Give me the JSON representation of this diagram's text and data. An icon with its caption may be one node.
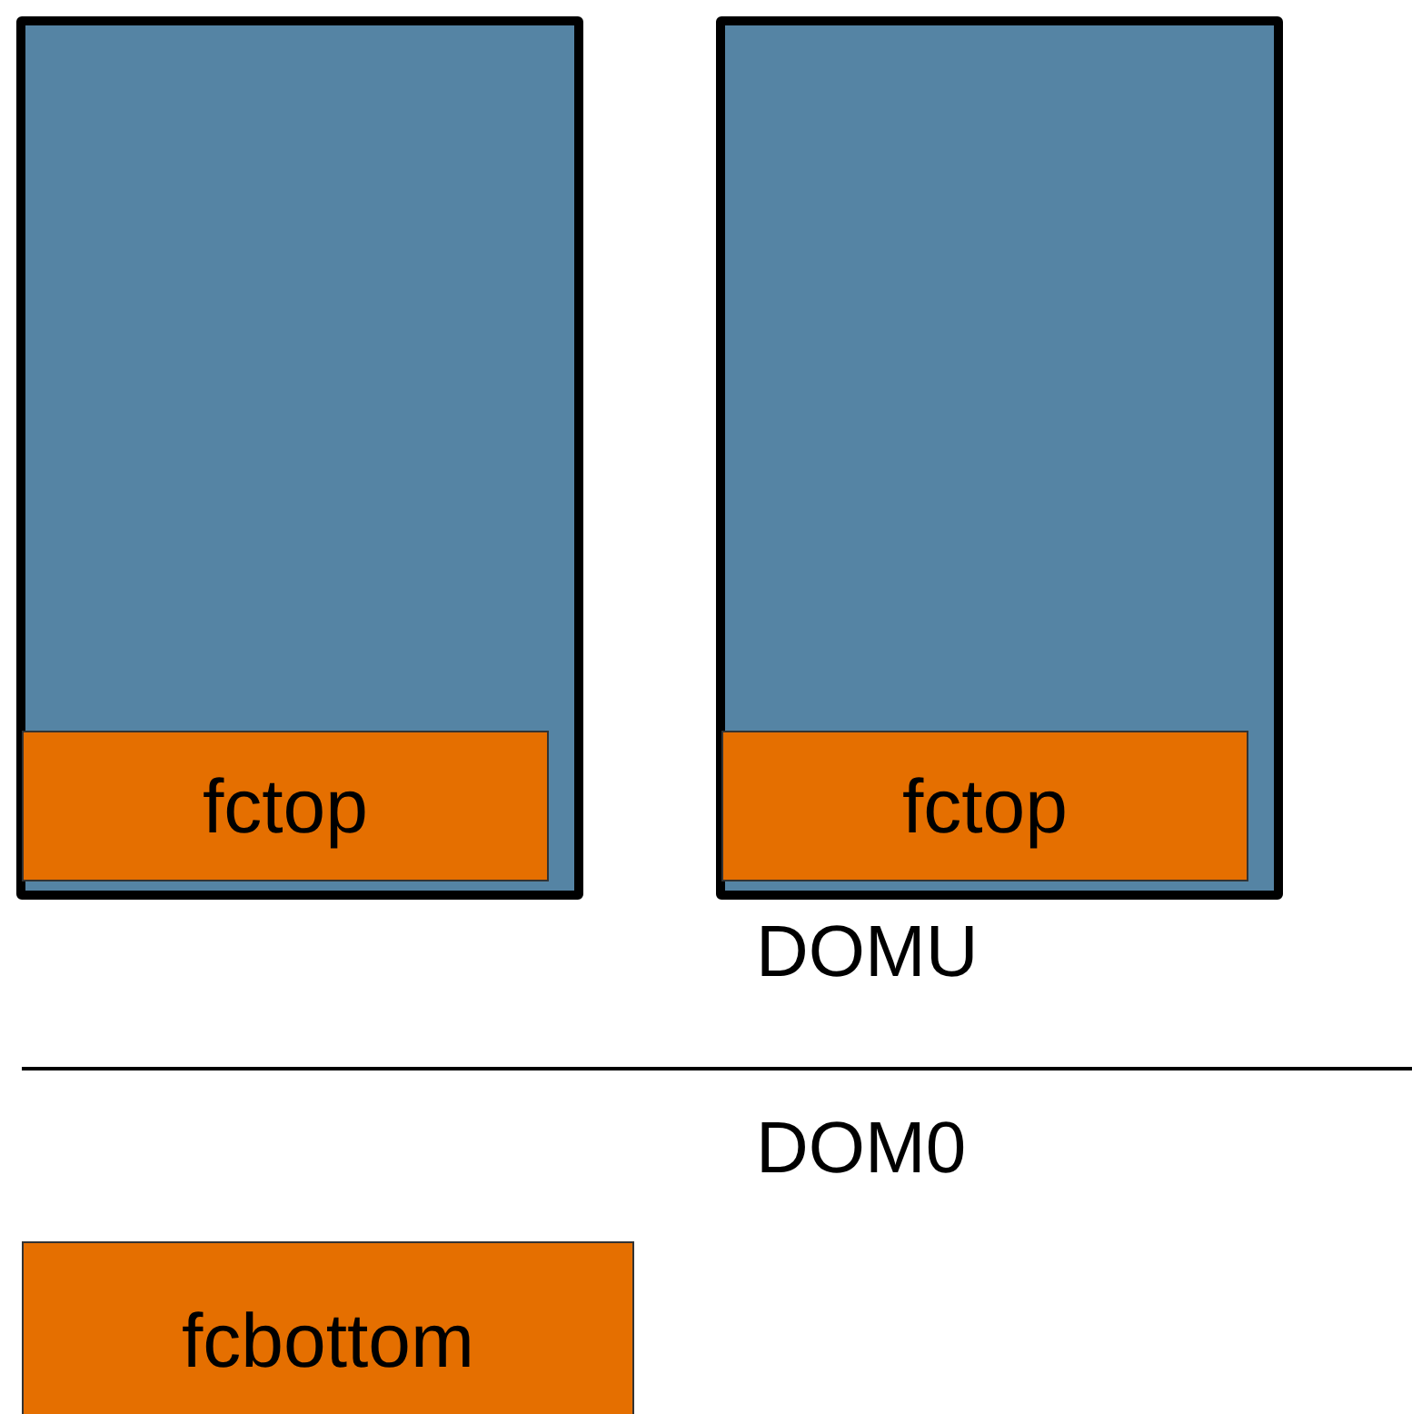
{
  "diagram": {
    "nodes": [
      {
        "text": [],
        "shape": "box"
      },
      {
        "text": [
          "fctop"
        ],
        "in": 0
      },
      {
        "text": [],
        "shape": "box"
      },
      {
        "text": [
          "fctop"
        ],
        "in": 2
      },
      {
        "text": [
          "fcbottom"
        ]
      }
    ],
    "labels": [
      "DOMU",
      "DOM0"
    ]
  }
}
